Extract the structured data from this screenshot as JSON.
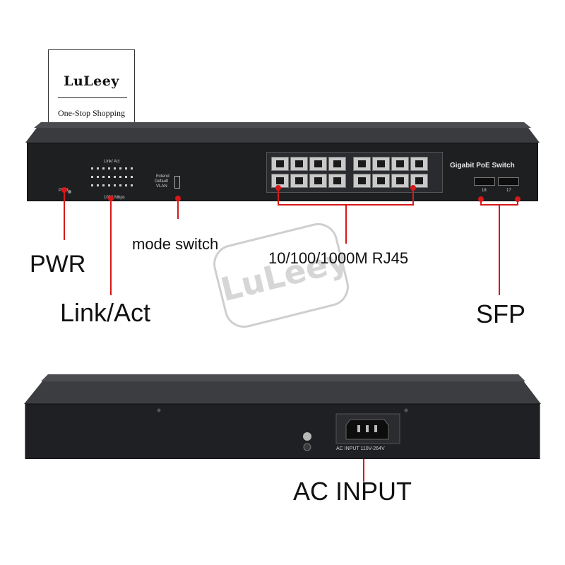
{
  "logo": {
    "name": "LuLeey",
    "tagline": "One-Stop Shopping"
  },
  "watermark": {
    "text": "LuLeey"
  },
  "device_front": {
    "title": "Gigabit PoE Switch",
    "led_label_top": "Link/ Act",
    "led_label_bottom": "1000 Mbps",
    "pwr_label": "PWR",
    "mode_options": [
      "Extend",
      "Default",
      "VLAN"
    ],
    "sfp_ports": [
      "18",
      "17"
    ]
  },
  "callouts": {
    "pwr": "PWR",
    "link_act": "Link/Act",
    "mode_switch": "mode switch",
    "rj45": "10/100/1000M RJ45",
    "sfp": "SFP",
    "ac_input": "AC INPUT"
  },
  "device_back": {
    "inlet_label": "AC INPUT 110V-264V"
  },
  "colors": {
    "callout_line": "#d81818",
    "device_body": "#1e1f21"
  }
}
